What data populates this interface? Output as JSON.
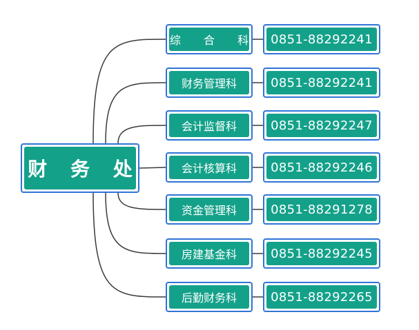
{
  "root": {
    "label": "财 务 处"
  },
  "departments": [
    {
      "name": "综 合 科",
      "phone": "0851-88292241"
    },
    {
      "name": "财务管理科",
      "phone": "0851-88292241"
    },
    {
      "name": "会计监督科",
      "phone": "0851-88292247"
    },
    {
      "name": "会计核算科",
      "phone": "0851-88292246"
    },
    {
      "name": "资金管理科",
      "phone": "0851-88291278"
    },
    {
      "name": "房建基金科",
      "phone": "0851-88292245"
    },
    {
      "name": "后勤财务科",
      "phone": "0851-88292265"
    }
  ],
  "colors": {
    "box_fill": "#14a18a",
    "box_border": "#2e74d6",
    "connector": "#3a3a3a",
    "text": "#ffffff"
  }
}
